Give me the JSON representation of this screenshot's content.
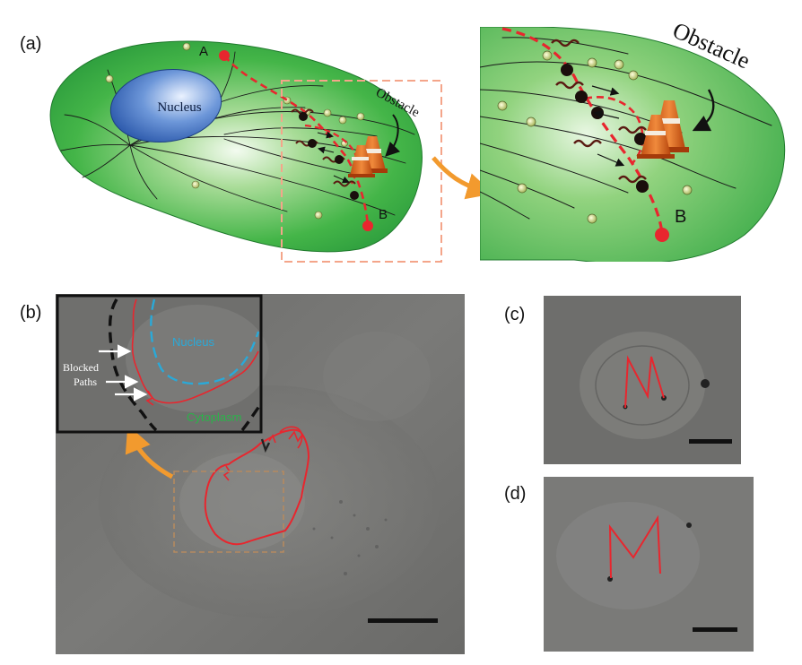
{
  "panels": {
    "a": {
      "label": "(a)"
    },
    "b": {
      "label": "(b)"
    },
    "c": {
      "label": "(c)"
    },
    "d": {
      "label": "(d)"
    }
  },
  "cell_diagram": {
    "nucleus_label": "Nucleus",
    "point_a": "A",
    "point_b": "B",
    "obstacle_label": "Obstacle"
  },
  "zoom_diagram": {
    "obstacle_label": "Obstacle",
    "point_b": "B"
  },
  "micrograph_b": {
    "inset": {
      "nucleus_label": "Nucleus",
      "blocked_label_line1": "Blocked",
      "blocked_label_line2": "Paths",
      "cytoplasm_label": "Cytoplasm"
    }
  },
  "colors": {
    "cell_green": "#3fb04a",
    "nucleus_blue": "#2d62b8",
    "path_red": "#e8262e",
    "zoom_box": "#f4a58a",
    "arrow_orange": "#f29a2e",
    "inset_nucleus": "#2aa9d8",
    "inset_cytoplasm": "#2bb34a"
  }
}
